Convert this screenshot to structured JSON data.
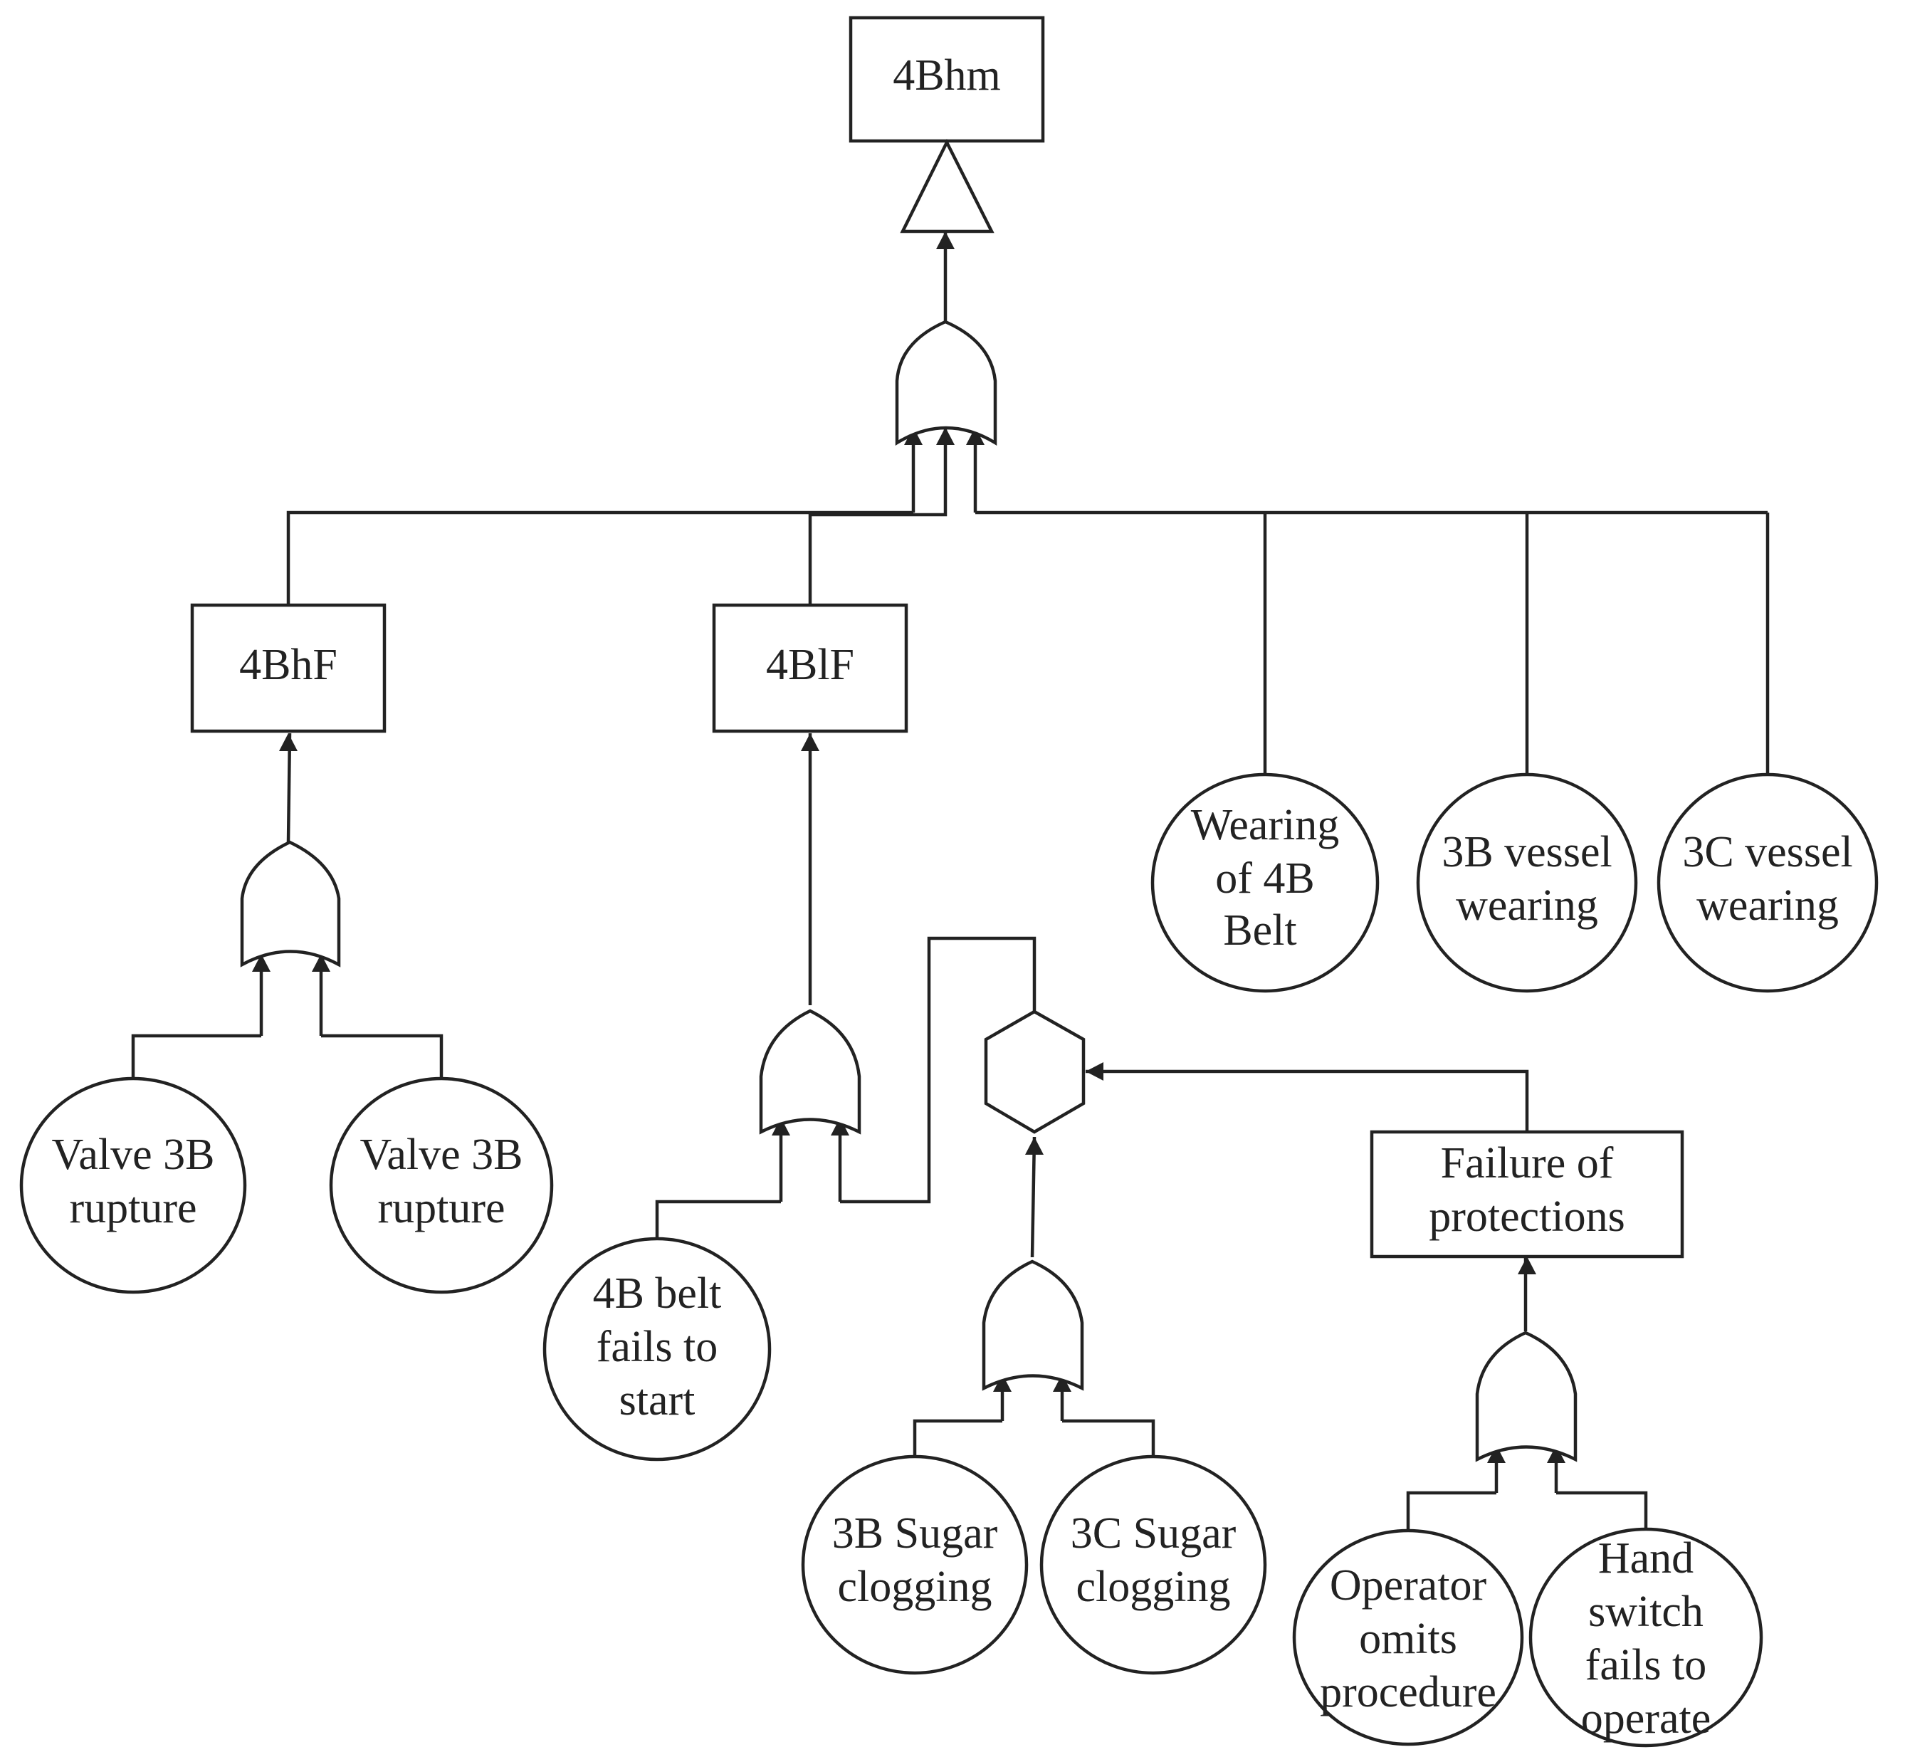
{
  "top_event": {
    "label": "4Bhm"
  },
  "events": {
    "e_4bhf": {
      "label": "4BhF"
    },
    "e_4blf": {
      "label": "4BlF"
    },
    "e_failure_protections": {
      "lines": [
        "Failure of",
        "protections"
      ]
    }
  },
  "basic_events": {
    "wearing_4b_belt": {
      "lines": [
        "Wearing",
        "of 4B",
        "Belt"
      ]
    },
    "vessel_3b": {
      "lines": [
        "3B vessel",
        "wearing"
      ]
    },
    "vessel_3c": {
      "lines": [
        "3C vessel",
        "wearing"
      ]
    },
    "valve_3b_a": {
      "lines": [
        "Valve 3B",
        "rupture"
      ]
    },
    "valve_3b_b": {
      "lines": [
        "Valve 3B",
        "rupture"
      ]
    },
    "belt_fails_start": {
      "lines": [
        "4B belt",
        "fails to",
        "start"
      ]
    },
    "sugar_3b": {
      "lines": [
        "3B Sugar",
        "clogging"
      ]
    },
    "sugar_3c": {
      "lines": [
        "3C Sugar",
        "clogging"
      ]
    },
    "operator_omits": {
      "lines": [
        "Operator",
        "omits",
        "procedure"
      ]
    },
    "hand_switch": {
      "lines": [
        "Hand",
        "switch",
        "fails to",
        "operate"
      ]
    }
  }
}
